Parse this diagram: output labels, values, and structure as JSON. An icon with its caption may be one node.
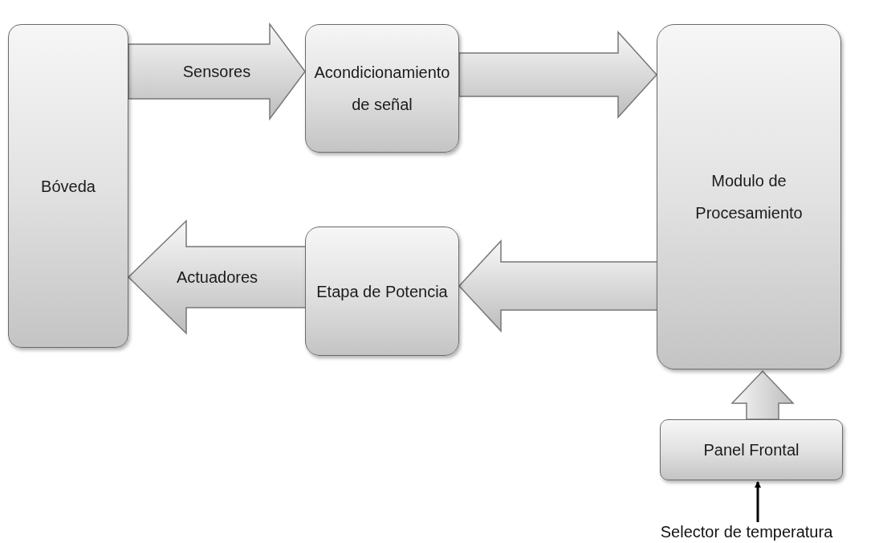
{
  "diagram": {
    "nodes": [
      {
        "text": [
          "Bóveda"
        ]
      },
      {
        "text": [
          "Acondicionamiento de señal"
        ]
      },
      {
        "text": [
          "Modulo de Procesamiento"
        ]
      },
      {
        "text": [
          "Etapa de Potencia"
        ]
      },
      {
        "text": [
          "Panel Frontal"
        ]
      },
      {
        "text": [
          "Selector de temperatura"
        ]
      }
    ],
    "edges": [
      {
        "from": 0,
        "to": 1,
        "arrow": "to",
        "label": "Sensores",
        "style": "thick"
      },
      {
        "from": 1,
        "to": 2,
        "arrow": "to",
        "style": "thick"
      },
      {
        "from": 2,
        "to": 3,
        "arrow": "to",
        "style": "thick"
      },
      {
        "from": 3,
        "to": 0,
        "arrow": "to",
        "label": "Actuadores",
        "style": "thick"
      },
      {
        "from": 4,
        "to": 2,
        "arrow": "to",
        "style": "thick"
      },
      {
        "from": 5,
        "to": 4,
        "arrow": "to",
        "color": "#000000"
      }
    ]
  }
}
